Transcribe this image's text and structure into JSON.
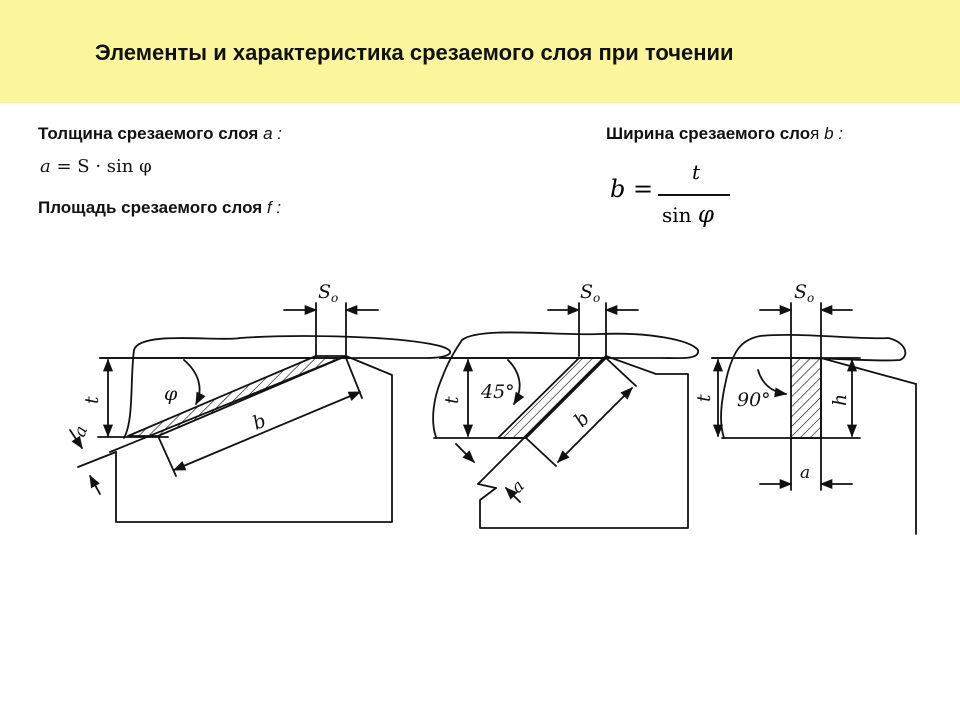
{
  "title": "Элементы и характеристика срезаемого слоя при точении",
  "labels": {
    "thickness": "Толщина срезаемого слоя",
    "thickness_var": "a :",
    "area": "Площадь срезаемого слоя",
    "area_var": "f :",
    "width": "Ширина срезаемого сло",
    "width_tail": "я",
    "width_var": "b :"
  },
  "formulas": {
    "a_lhs": "a",
    "a_rhs": " = S · sin φ",
    "b_lhs": "b =",
    "b_num": "t",
    "b_den_fn": "sin ",
    "b_den_var": "φ"
  },
  "diagram": {
    "feed_label": "S",
    "feed_sub": "o",
    "depth_label": "t",
    "width_label": "b",
    "thickness_label": "a",
    "left_angle": "φ",
    "middle_angle": "45°",
    "right_angle": "90°",
    "right_side_label": "h"
  },
  "colors": {
    "title_bg": "#fbf59b",
    "ink": "#111111"
  }
}
